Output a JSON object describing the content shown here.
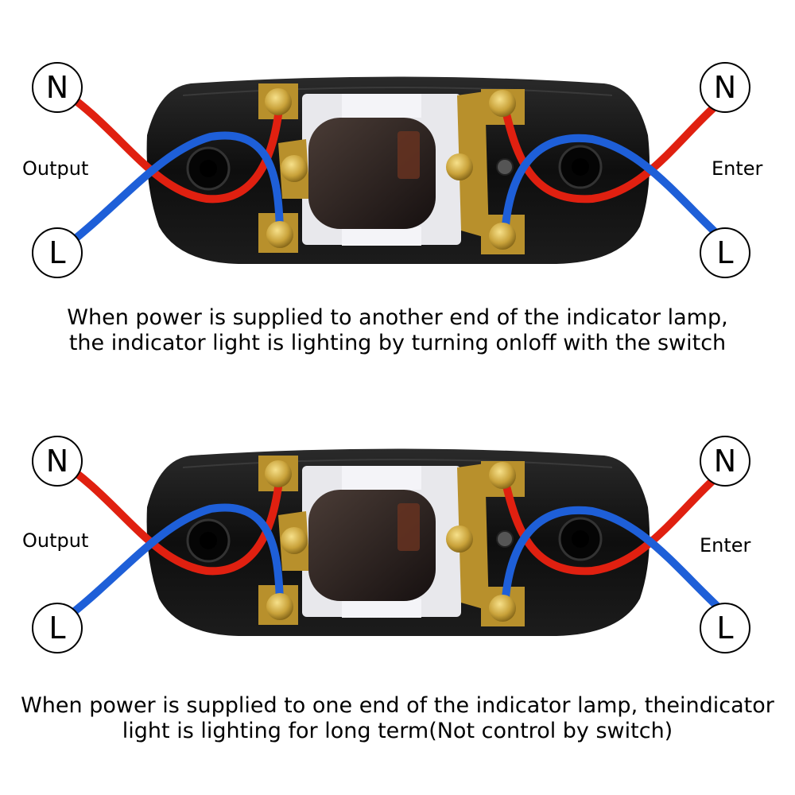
{
  "diagrams": [
    {
      "left_terminals": {
        "top": "N",
        "bottom": "L"
      },
      "right_terminals": {
        "top": "N",
        "bottom": "L"
      },
      "left_label": "Output",
      "right_label": "Enter",
      "caption_lines": [
        "When power is supplied to another end of the indicator lamp,",
        "the indicator light is lighting by turning onloff with the switch"
      ]
    },
    {
      "left_terminals": {
        "top": "N",
        "bottom": "L"
      },
      "right_terminals": {
        "top": "N",
        "bottom": "L"
      },
      "left_label": "Output",
      "right_label": "Enter",
      "caption_lines": [
        "When power is supplied to one end of the indicator lamp, theindicator",
        "light is lighting for long term(Not control by switch)"
      ]
    }
  ],
  "colors": {
    "neutral_wire": "#e02010",
    "live_wire": "#1e5fd8",
    "switch_body": "#141414",
    "brass": "#c9a23a",
    "insert": "#e8e8ec"
  }
}
